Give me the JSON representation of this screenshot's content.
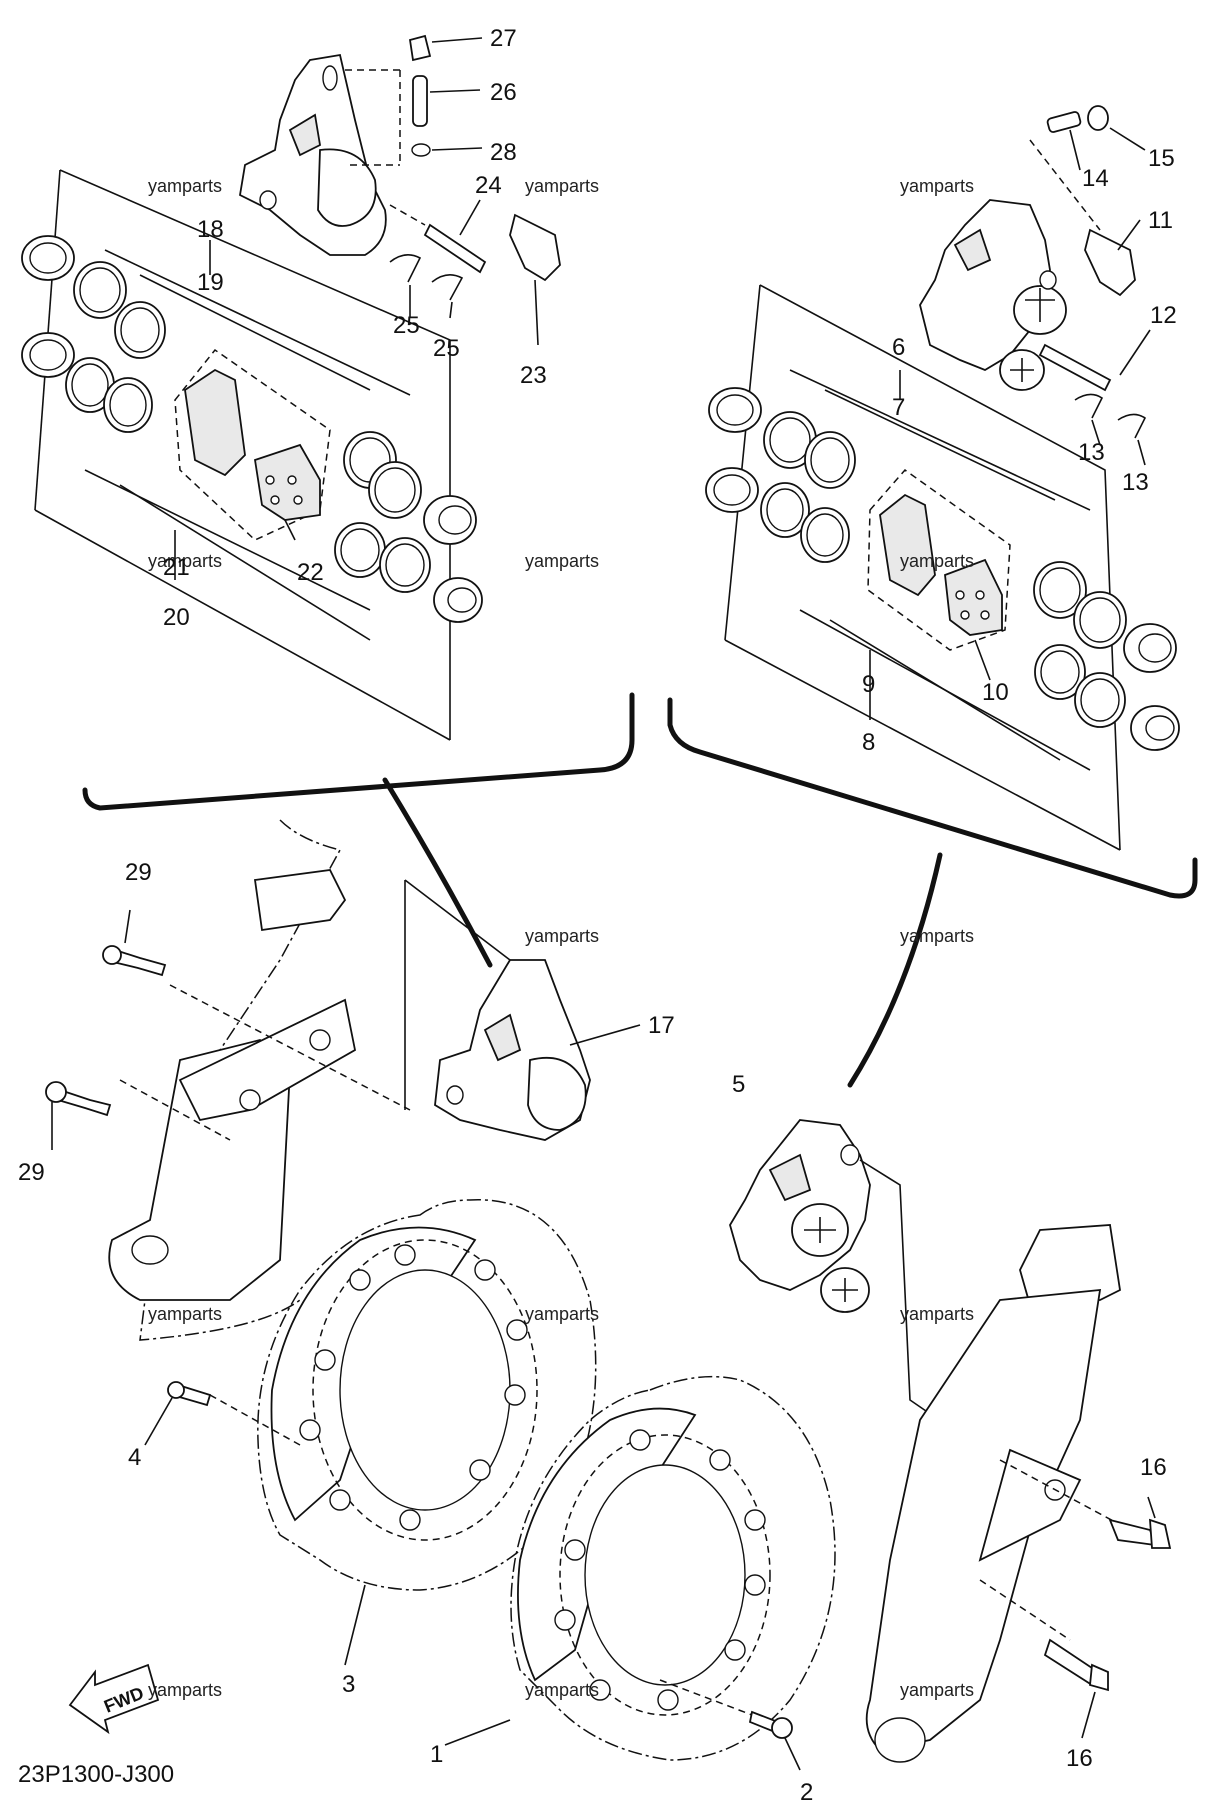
{
  "diagram_code": "23P1300-J300",
  "watermark": "yamparts",
  "fwd_label": "FWD",
  "callouts": {
    "c1": "1",
    "c2": "2",
    "c3": "3",
    "c4": "4",
    "c5": "5",
    "c6": "6",
    "c7": "7",
    "c8": "8",
    "c9": "9",
    "c10": "10",
    "c11": "11",
    "c12": "12",
    "c13a": "13",
    "c13b": "13",
    "c14": "14",
    "c15": "15",
    "c16a": "16",
    "c16b": "16",
    "c17": "17",
    "c18": "18",
    "c19": "19",
    "c20": "20",
    "c21": "21",
    "c22": "22",
    "c23": "23",
    "c24": "24",
    "c25a": "25",
    "c25b": "25",
    "c26": "26",
    "c27": "27",
    "c28": "28",
    "c29a": "29",
    "c29b": "29"
  }
}
